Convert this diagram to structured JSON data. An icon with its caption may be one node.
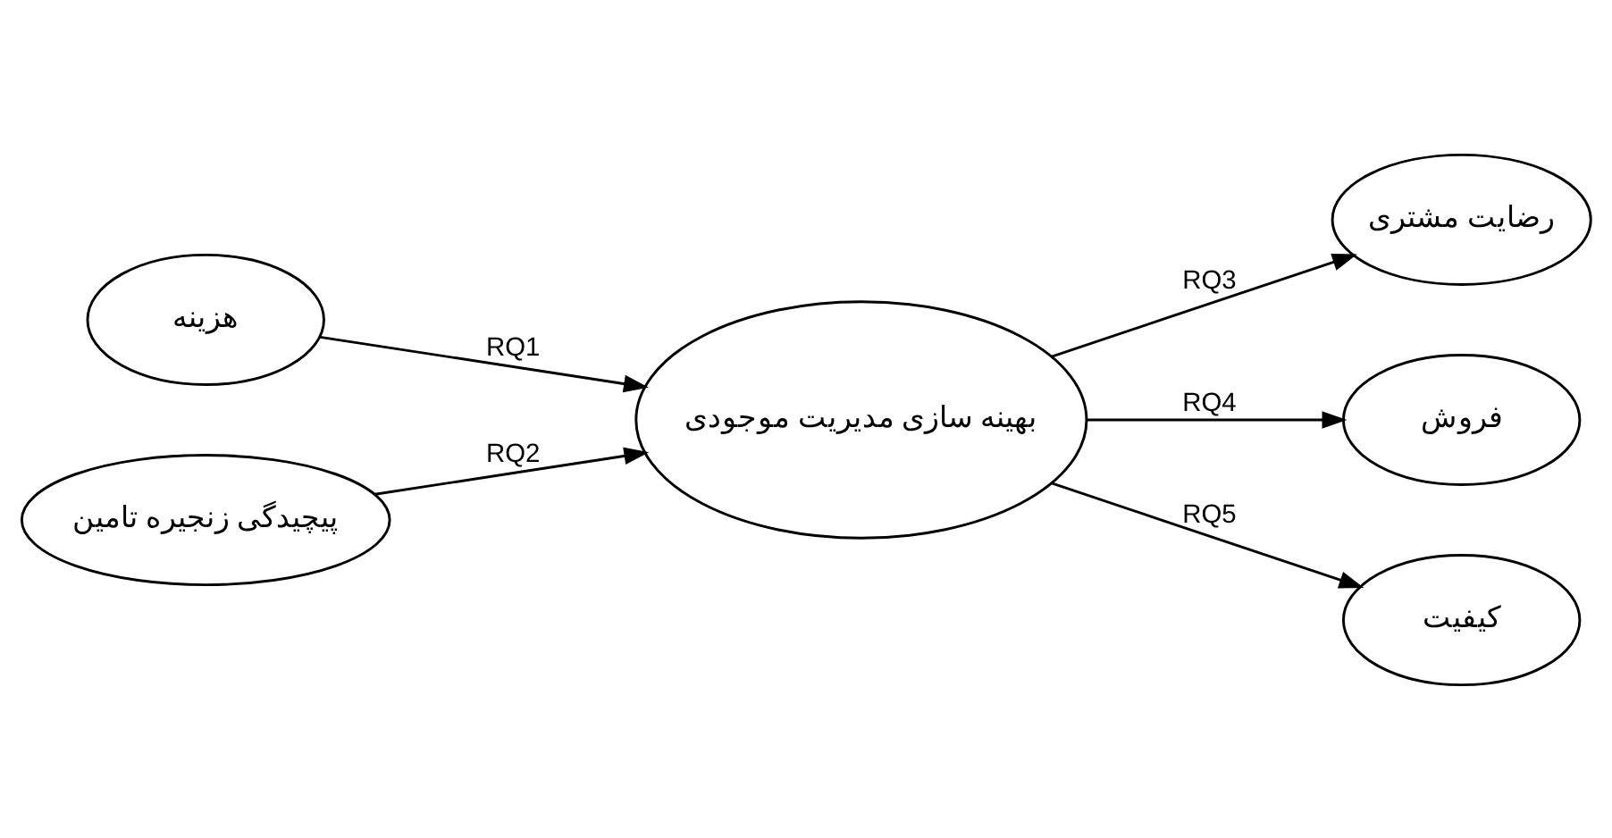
{
  "diagram": {
    "nodes": [
      {
        "text": [
          "هزینه"
        ]
      },
      {
        "text": [
          "پیچیدگی زنجیره تامین"
        ]
      },
      {
        "text": [
          "بهینه سازی مدیریت موجودی"
        ]
      },
      {
        "text": [
          "رضایت مشتری"
        ]
      },
      {
        "text": [
          "فروش"
        ]
      },
      {
        "text": [
          "کیفیت"
        ]
      }
    ],
    "edges": [
      {
        "from": 0,
        "to": 2,
        "arrow": "to",
        "label": "RQ1"
      },
      {
        "from": 1,
        "to": 2,
        "arrow": "to",
        "label": "RQ2"
      },
      {
        "from": 2,
        "to": 3,
        "arrow": "to",
        "label": "RQ3"
      },
      {
        "from": 2,
        "to": 4,
        "arrow": "to",
        "label": "RQ4"
      },
      {
        "from": 2,
        "to": 5,
        "arrow": "to",
        "label": "RQ5"
      }
    ]
  }
}
